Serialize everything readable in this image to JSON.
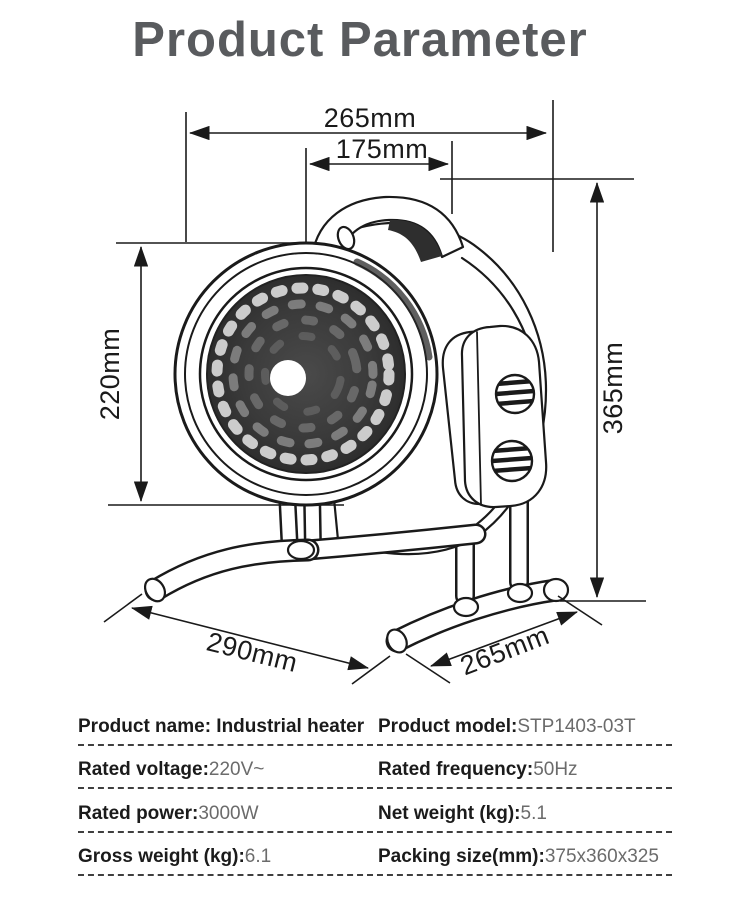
{
  "page": {
    "title": "Product Parameter"
  },
  "diagram": {
    "description": "industrial-heater-dimension-drawing",
    "dims": {
      "top_width": "265mm",
      "handle_width": "175mm",
      "front_height": "220mm",
      "total_height": "365mm",
      "base_left_depth": "290mm",
      "base_right_depth": "265mm"
    }
  },
  "spec_table": {
    "rows": [
      {
        "cells": [
          {
            "label": "Product name: Industrial heater",
            "value": ""
          },
          {
            "label": "Product model:",
            "value": "STP1403-03T"
          }
        ]
      },
      {
        "cells": [
          {
            "label": "Rated voltage:",
            "value": "220V~"
          },
          {
            "label": "Rated frequency:",
            "value": "50Hz"
          }
        ]
      },
      {
        "cells": [
          {
            "label": "Rated power:",
            "value": "3000W"
          },
          {
            "label": "Net weight (kg):",
            "value": "5.1"
          }
        ]
      },
      {
        "cells": [
          {
            "label": "Gross weight (kg):",
            "value": "6.1"
          },
          {
            "label": "Packing size(mm):",
            "value": "375x360x325"
          }
        ]
      }
    ]
  },
  "colors": {
    "title_text": "#595b5e",
    "line_art": "#1a1a1a",
    "value_text": "#6b6b6b",
    "grille_dark": "#333333"
  }
}
